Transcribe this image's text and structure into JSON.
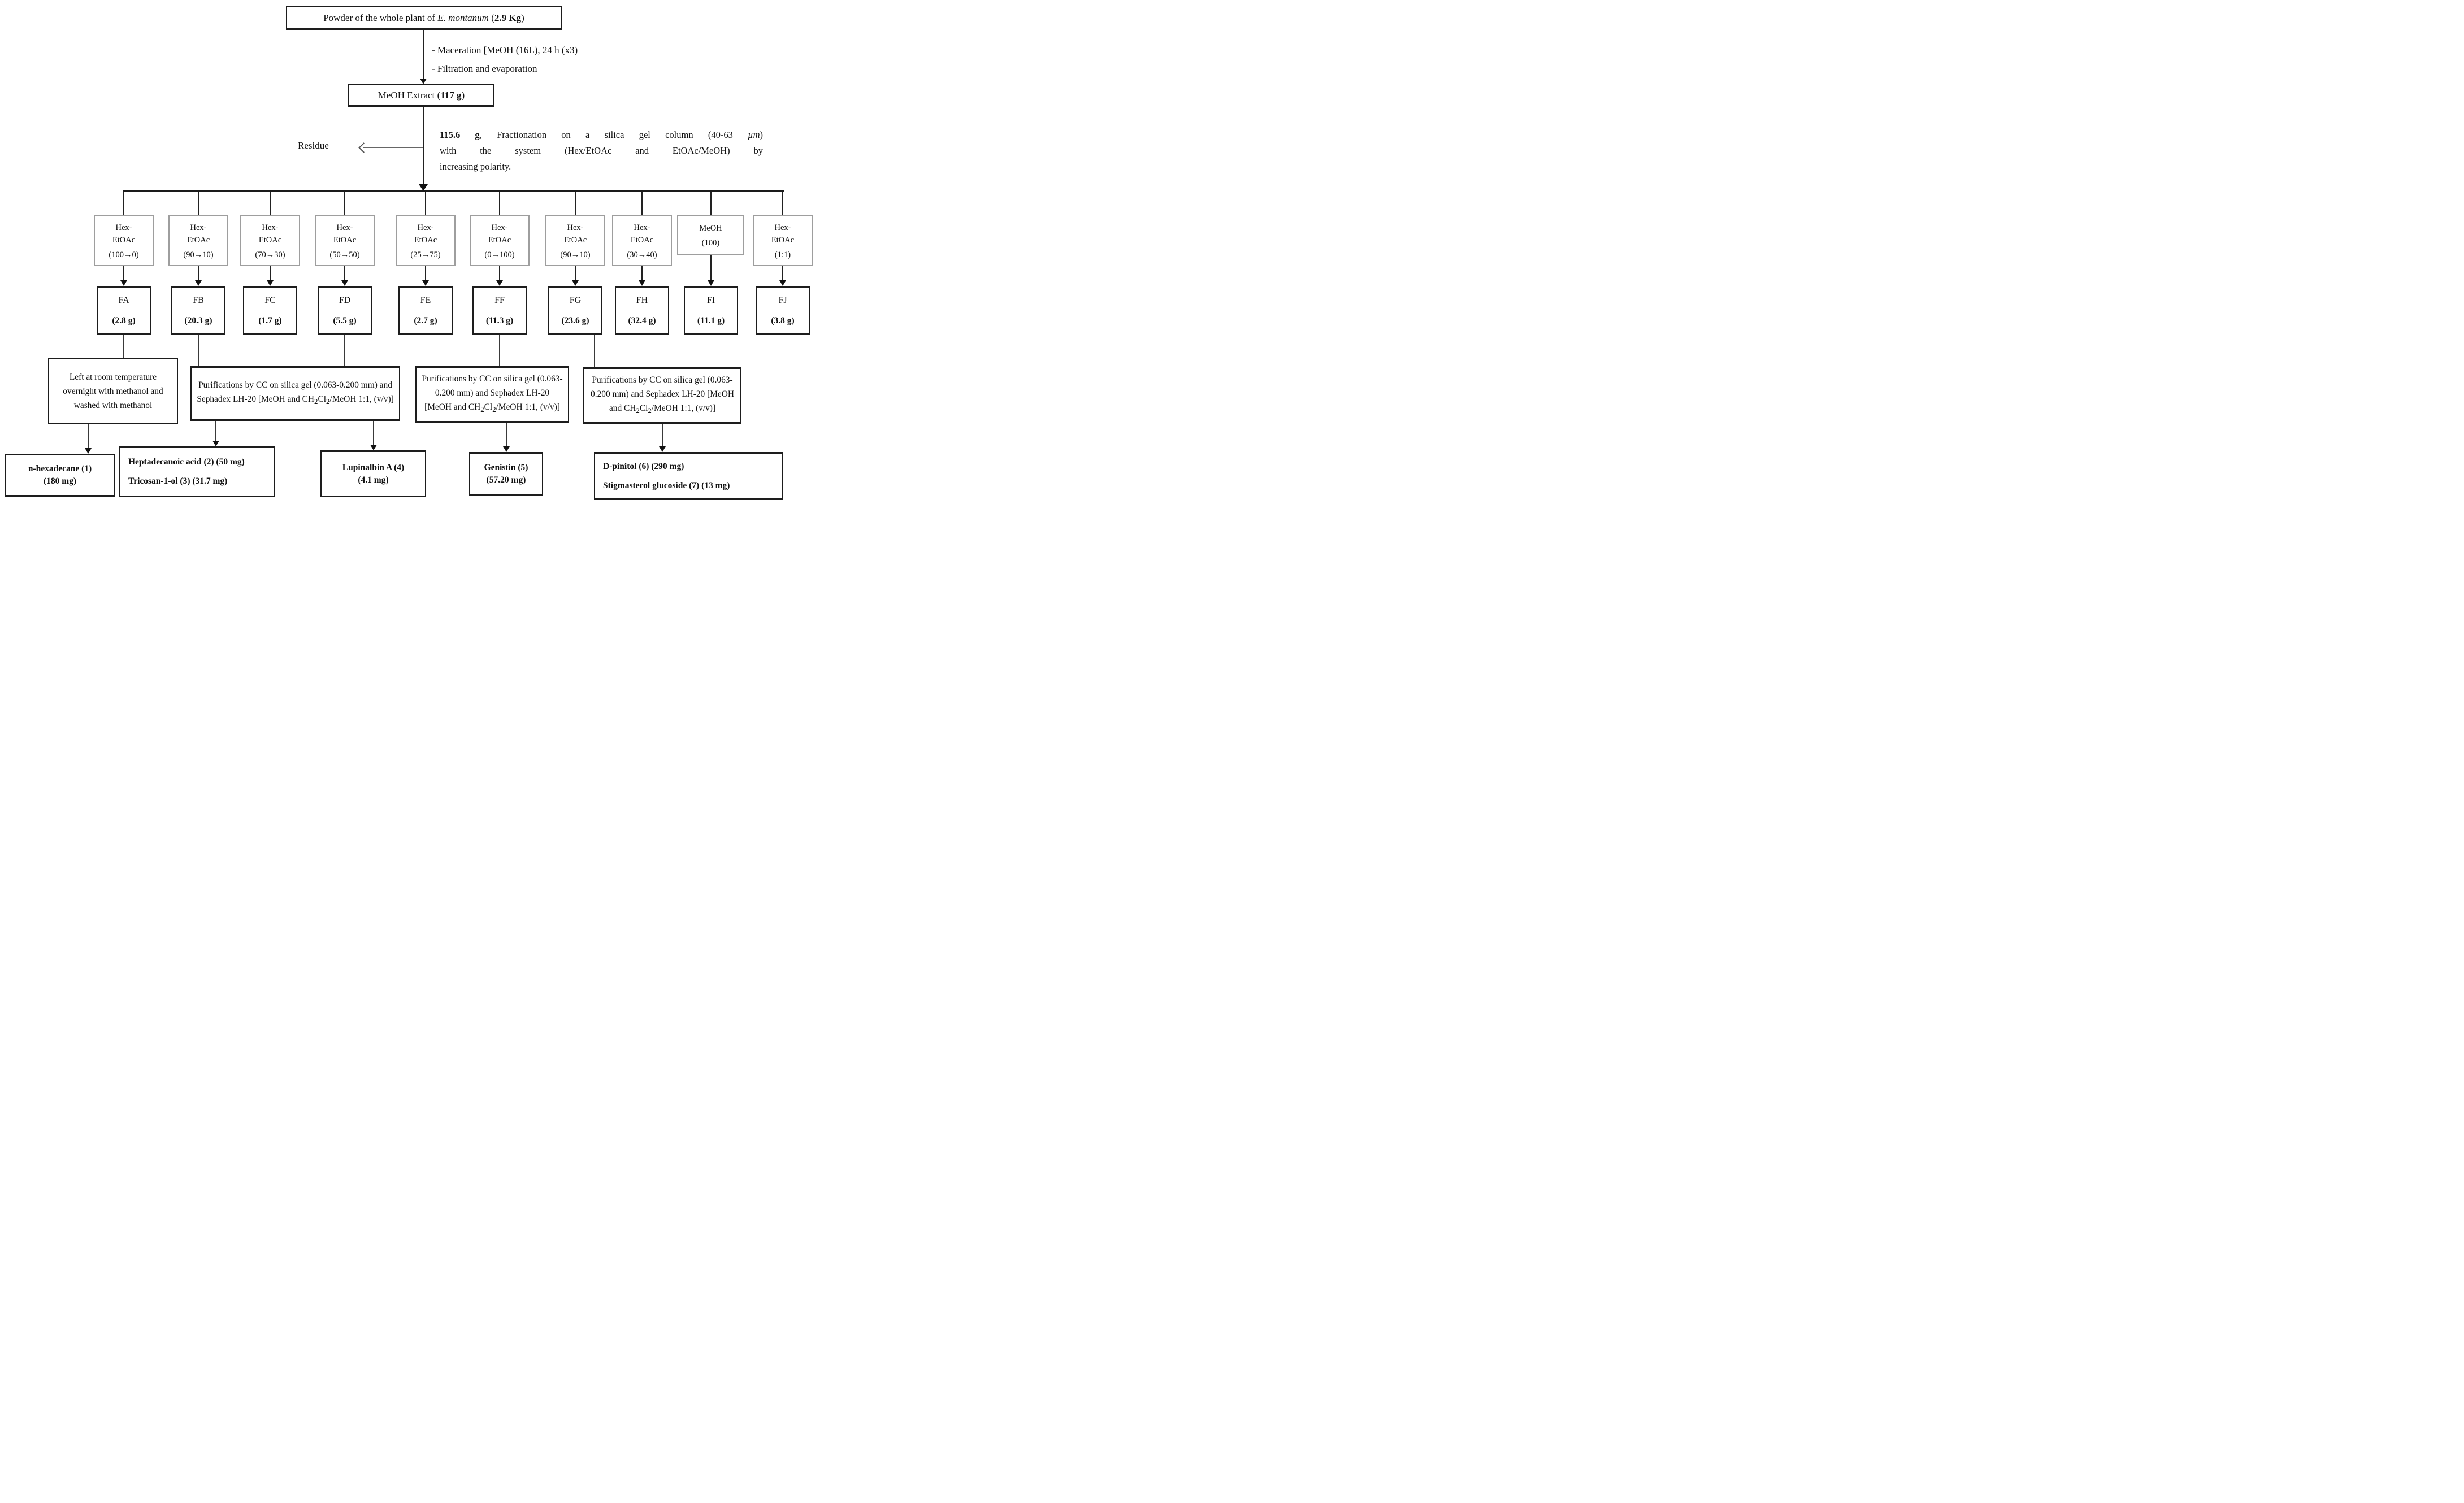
{
  "source": {
    "label_html": "Powder of the whole plant of <i>E. montanum</i> (<b>2.9 Kg</b>)"
  },
  "maceration_steps": {
    "line1": "- Maceration [MeOH (16L), 24 h (x3)",
    "line2": "- Filtration and evaporation"
  },
  "extract": {
    "label_html": "MeOH Extract (<b>117 g</b>)"
  },
  "residue": {
    "label": "Residue"
  },
  "fractionation": {
    "line1_html": "<b>115.6 g</b>, Fractionation on a silica gel column (40-63 <i>µm</i>)",
    "line2": "with the system (Hex/EtOAc and EtOAc/MeOH) by",
    "line3": "increasing polarity."
  },
  "fractions": [
    {
      "solvent1": "Hex-",
      "solvent2": "EtOAc",
      "ratio": "(100→0)",
      "code": "FA",
      "mass": "(2.8 g)"
    },
    {
      "solvent1": "Hex-",
      "solvent2": "EtOAc",
      "ratio": "(90→10)",
      "code": "FB",
      "mass": "(20.3 g)"
    },
    {
      "solvent1": "Hex-",
      "solvent2": "EtOAc",
      "ratio": "(70→30)",
      "code": "FC",
      "mass": "(1.7 g)"
    },
    {
      "solvent1": "Hex-",
      "solvent2": "EtOAc",
      "ratio": "(50→50)",
      "code": "FD",
      "mass": "(5.5 g)"
    },
    {
      "solvent1": "Hex-",
      "solvent2": "EtOAc",
      "ratio": "(25→75)",
      "code": "FE",
      "mass": "(2.7 g)"
    },
    {
      "solvent1": "Hex-",
      "solvent2": "EtOAc",
      "ratio": "(0→100)",
      "code": "FF",
      "mass": "(11.3 g)"
    },
    {
      "solvent1": "Hex-",
      "solvent2": "EtOAc",
      "ratio": "(90→10)",
      "code": "FG",
      "mass": "(23.6 g)"
    },
    {
      "solvent1": "Hex-",
      "solvent2": "EtOAc",
      "ratio": "(30→40)",
      "code": "FH",
      "mass": "(32.4 g)"
    },
    {
      "solvent1": "MeOH",
      "solvent2": "",
      "ratio": "(100)",
      "code": "FI",
      "mass": "(11.1 g)"
    },
    {
      "solvent1": "Hex-",
      "solvent2": "EtOAc",
      "ratio": "(1:1)",
      "code": "FJ",
      "mass": "(3.8 g)"
    }
  ],
  "purifications": {
    "p1": "Left at room temperature overnight with methanol and washed with methanol",
    "p2_html": "Purifications by CC on  silica gel (0.063-0.200 mm) and Sephadex LH-20 [MeOH and CH<sub>2</sub>Cl<sub>2</sub>/MeOH 1:1, (v/v)]",
    "p3_html": "Purifications by CC on  silica gel (0.063-0.200 mm) and Sephadex LH-20 [MeOH and CH<sub>2</sub>Cl<sub>2</sub>/MeOH 1:1, (v/v)]",
    "p4_html": "Purifications by CC on  silica gel (0.063-0.200 mm) and Sephadex LH-20 [MeOH and CH<sub>2</sub>Cl<sub>2</sub>/MeOH 1:1, (v/v)]"
  },
  "compounds": {
    "c1": {
      "line1": "n-hexadecane  (1)",
      "line2": "(180 mg)"
    },
    "c2": {
      "line1": "Heptadecanoic acid (2) (50 mg)",
      "line2": "Tricosan-1-ol (3) (31.7 mg)"
    },
    "c3": {
      "line1": "Lupinalbin A (4)",
      "line2": "(4.1 mg)"
    },
    "c4": {
      "line1": "Genistin (5)",
      "line2": "(57.20 mg)"
    },
    "c5": {
      "line1": "D-pinitol (6) (290 mg)",
      "line2": "Stigmasterol glucoside (7) (13 mg)"
    }
  }
}
